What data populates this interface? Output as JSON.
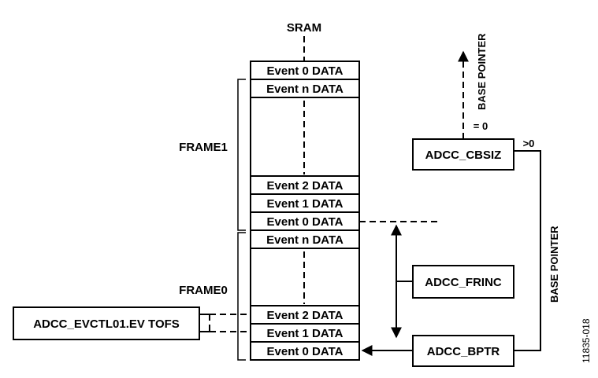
{
  "sram": {
    "title": "SRAM",
    "frame1_cells": [
      "Event 0 DATA",
      "Event n DATA",
      "Event 2 DATA",
      "Event 1 DATA",
      "Event 0 DATA"
    ],
    "frame0_cells": [
      "Event n DATA",
      "Event 2 DATA",
      "Event 1 DATA",
      "Event 0 DATA"
    ]
  },
  "frames": {
    "frame1": "FRAME1",
    "frame0": "FRAME0"
  },
  "registers": {
    "cbsiz": "ADCC_CBSIZ",
    "frinc": "ADCC_FRINC",
    "bptr": "ADCC_BPTR",
    "evctl": "ADCC_EVCTL01.EV TOFS"
  },
  "labels": {
    "base_pointer_top": "BASE POINTER",
    "base_pointer_right": "BASE POINTER",
    "eq_zero": "= 0",
    "gt_zero": ">0"
  },
  "figure_id": "11835-018"
}
